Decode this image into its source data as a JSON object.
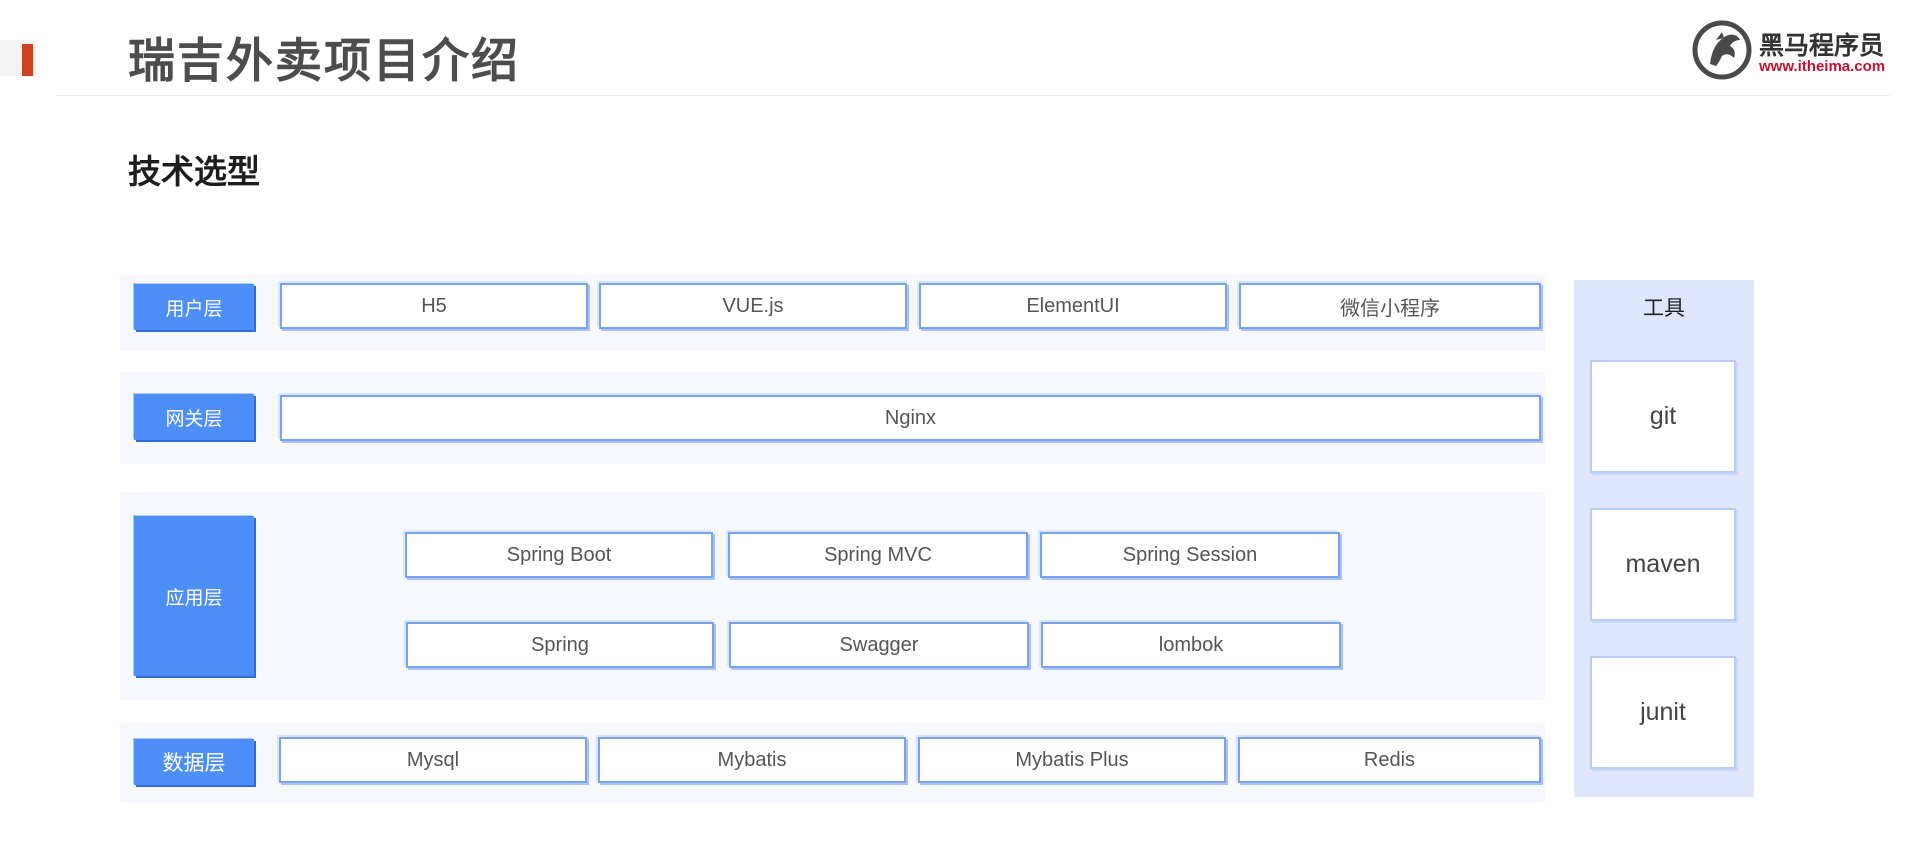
{
  "header": {
    "title": "瑞吉外卖项目介绍",
    "logo_name": "黑马程序员",
    "logo_url": "www.itheima.com"
  },
  "section_heading": "技术选型",
  "layers": {
    "user": {
      "label": "用户层",
      "items": [
        "H5",
        "VUE.js",
        "ElementUI",
        "微信小程序"
      ]
    },
    "gateway": {
      "label": "网关层",
      "items": [
        "Nginx"
      ]
    },
    "application": {
      "label": "应用层",
      "items": [
        "Spring Boot",
        "Spring MVC",
        "Spring Session",
        "Spring",
        "Swagger",
        "lombok"
      ]
    },
    "data": {
      "label": "数据层",
      "items": [
        "Mysql",
        "Mybatis",
        "Mybatis Plus",
        "Redis"
      ]
    }
  },
  "tools": {
    "title": "工具",
    "items": [
      "git",
      "maven",
      "junit"
    ]
  },
  "colors": {
    "layer_label_bg": "#4e8ef7",
    "box_border": "#7aa3ee",
    "tools_panel_bg": "#dfe6fd",
    "accent": "#d0421f",
    "logo_url": "#c8102e"
  }
}
